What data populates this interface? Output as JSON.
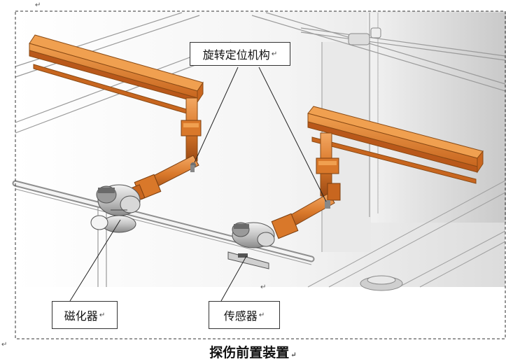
{
  "caption": "探伤前置装置",
  "labels": {
    "rotation_mechanism": "旋转定位机构",
    "magnetizer": "磁化器",
    "sensor": "传感器"
  },
  "paragraph_mark": "↵",
  "colors": {
    "orange_beam": "#d9782a",
    "orange_dark": "#a8541a",
    "steel_light": "#e6e6e6",
    "steel_mid": "#b8b8b8",
    "steel_dark": "#7a7a7a",
    "frame_dash": "#333333"
  }
}
